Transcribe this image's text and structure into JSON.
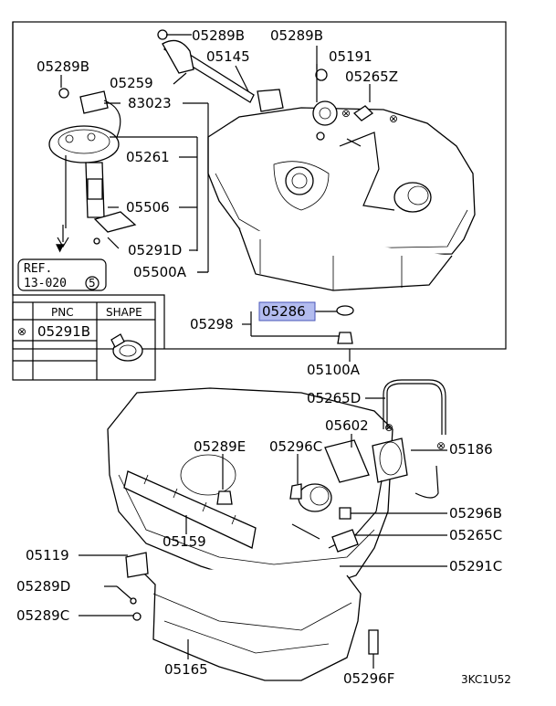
{
  "labels": {
    "p05289B_top": "05289B",
    "p05289B_top2": "05289B",
    "p05191": "05191",
    "p05289B_left": "05289B",
    "p05145": "05145",
    "p05265Z": "05265Z",
    "p05259": "05259",
    "p83023": "83023",
    "p05261": "05261",
    "p05506": "05506",
    "p05291D": "05291D",
    "p05500A": "05500A",
    "p05286": "05286",
    "p05298": "05298",
    "p05100A": "05100A",
    "p05265D": "05265D",
    "p05602": "05602",
    "p05289E": "05289E",
    "p05296C": "05296C",
    "p05186": "05186",
    "p05296B": "05296B",
    "p05265C": "05265C",
    "p05159": "05159",
    "p05119": "05119",
    "p05291C": "05291C",
    "p05289D": "05289D",
    "p05289C": "05289C",
    "p05165": "05165",
    "p05296F": "05296F"
  },
  "ref_box": {
    "line1": "REF.",
    "line2": "13-020",
    "circled": "5"
  },
  "table": {
    "col_pnc": "PNC",
    "col_shape": "SHAPE",
    "row_symbol": "⊗",
    "row_pnc": "05291B"
  },
  "diagram_code": "3KC1U52",
  "colors": {
    "highlight": "#9aa6ea"
  }
}
